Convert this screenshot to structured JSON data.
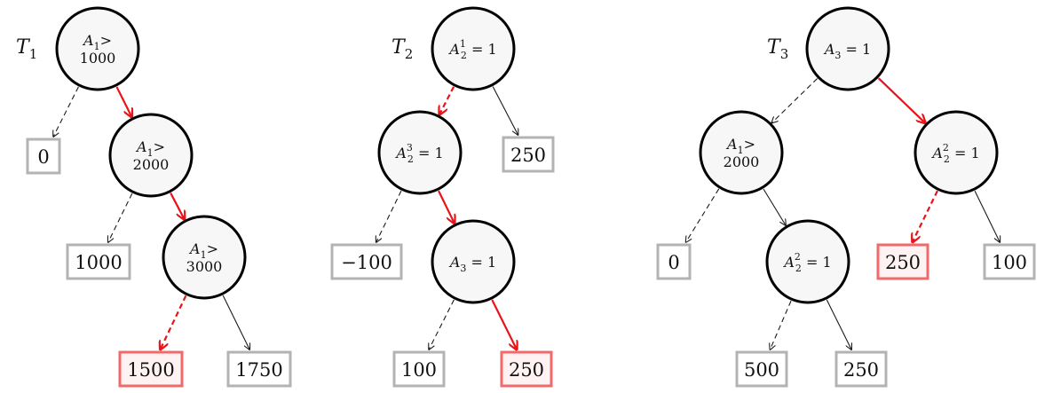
{
  "trees": [
    {
      "label": "T",
      "label_sub": "1",
      "nodes": [
        {
          "id": "t1n1",
          "lines": [
            {
              "v": "A",
              "sub": "1",
              "rest": ">"
            },
            {
              "t": "1000"
            }
          ]
        },
        {
          "id": "t1n2",
          "lines": [
            {
              "v": "A",
              "sub": "1",
              "rest": ">"
            },
            {
              "t": "2000"
            }
          ]
        },
        {
          "id": "t1n3",
          "lines": [
            {
              "v": "A",
              "sub": "1",
              "rest": ">"
            },
            {
              "t": "3000"
            }
          ]
        }
      ],
      "leaves": [
        {
          "id": "t1l1",
          "value": "0"
        },
        {
          "id": "t1l2",
          "value": "1000"
        },
        {
          "id": "t1l3",
          "value": "1500",
          "highlight": true
        },
        {
          "id": "t1l4",
          "value": "1750"
        }
      ]
    },
    {
      "label": "T",
      "label_sub": "2",
      "nodes": [
        {
          "id": "t2n1",
          "lines": [
            {
              "v": "A",
              "sub": "2",
              "sup": "1",
              "rest": " = 1"
            }
          ]
        },
        {
          "id": "t2n2",
          "lines": [
            {
              "v": "A",
              "sub": "2",
              "sup": "3",
              "rest": " = 1"
            }
          ]
        },
        {
          "id": "t2n3",
          "lines": [
            {
              "v": "A",
              "sub": "3",
              "rest": " = 1"
            }
          ]
        }
      ],
      "leaves": [
        {
          "id": "t2l1",
          "value": "250"
        },
        {
          "id": "t2l2",
          "value": "−100"
        },
        {
          "id": "t2l3",
          "value": "100"
        },
        {
          "id": "t2l4",
          "value": "250",
          "highlight": true
        }
      ]
    },
    {
      "label": "T",
      "label_sub": "3",
      "nodes": [
        {
          "id": "t3n1",
          "lines": [
            {
              "v": "A",
              "sub": "3",
              "rest": " = 1"
            }
          ]
        },
        {
          "id": "t3n2",
          "lines": [
            {
              "v": "A",
              "sub": "1",
              "rest": ">"
            },
            {
              "t": "2000"
            }
          ]
        },
        {
          "id": "t3n3",
          "lines": [
            {
              "v": "A",
              "sub": "2",
              "sup": "2",
              "rest": " = 1"
            }
          ]
        },
        {
          "id": "t3n4",
          "lines": [
            {
              "v": "A",
              "sub": "2",
              "sup": "2",
              "rest": " = 1"
            }
          ]
        }
      ],
      "leaves": [
        {
          "id": "t3l1",
          "value": "0"
        },
        {
          "id": "t3l2",
          "value": "500"
        },
        {
          "id": "t3l3",
          "value": "250"
        },
        {
          "id": "t3l4",
          "value": "250",
          "highlight": true
        },
        {
          "id": "t3l5",
          "value": "100"
        }
      ]
    }
  ],
  "edges": [
    {
      "from": "t1n1",
      "to": "t1l1",
      "style": "false"
    },
    {
      "from": "t1n1",
      "to": "t1n2",
      "style": "true",
      "path": true
    },
    {
      "from": "t1n2",
      "to": "t1l2",
      "style": "false"
    },
    {
      "from": "t1n2",
      "to": "t1n3",
      "style": "true",
      "path": true
    },
    {
      "from": "t1n3",
      "to": "t1l3",
      "style": "false",
      "path": true
    },
    {
      "from": "t1n3",
      "to": "t1l4",
      "style": "true"
    },
    {
      "from": "t2n1",
      "to": "t2n2",
      "style": "false",
      "path": true
    },
    {
      "from": "t2n1",
      "to": "t2l1",
      "style": "true"
    },
    {
      "from": "t2n2",
      "to": "t2l2",
      "style": "false"
    },
    {
      "from": "t2n2",
      "to": "t2n3",
      "style": "true",
      "path": true
    },
    {
      "from": "t2n3",
      "to": "t2l3",
      "style": "false"
    },
    {
      "from": "t2n3",
      "to": "t2l4",
      "style": "true",
      "path": true
    },
    {
      "from": "t3n1",
      "to": "t3n2",
      "style": "false"
    },
    {
      "from": "t3n1",
      "to": "t3n3",
      "style": "true",
      "path": true
    },
    {
      "from": "t3n2",
      "to": "t3l1",
      "style": "false"
    },
    {
      "from": "t3n2",
      "to": "t3n4",
      "style": "true"
    },
    {
      "from": "t3n4",
      "to": "t3l2",
      "style": "false"
    },
    {
      "from": "t3n4",
      "to": "t3l3",
      "style": "true"
    },
    {
      "from": "t3n3",
      "to": "t3l4",
      "style": "false",
      "path": true
    },
    {
      "from": "t3n3",
      "to": "t3l5",
      "style": "true"
    }
  ],
  "colors": {
    "path": "#e8141a",
    "edge": "#1a1a1a",
    "node_fill": "#f7f7f7",
    "leaf_border": "#b3b3b3",
    "leaf_highlight_border": "#f06a6a",
    "leaf_highlight_fill": "#fff2f2"
  }
}
